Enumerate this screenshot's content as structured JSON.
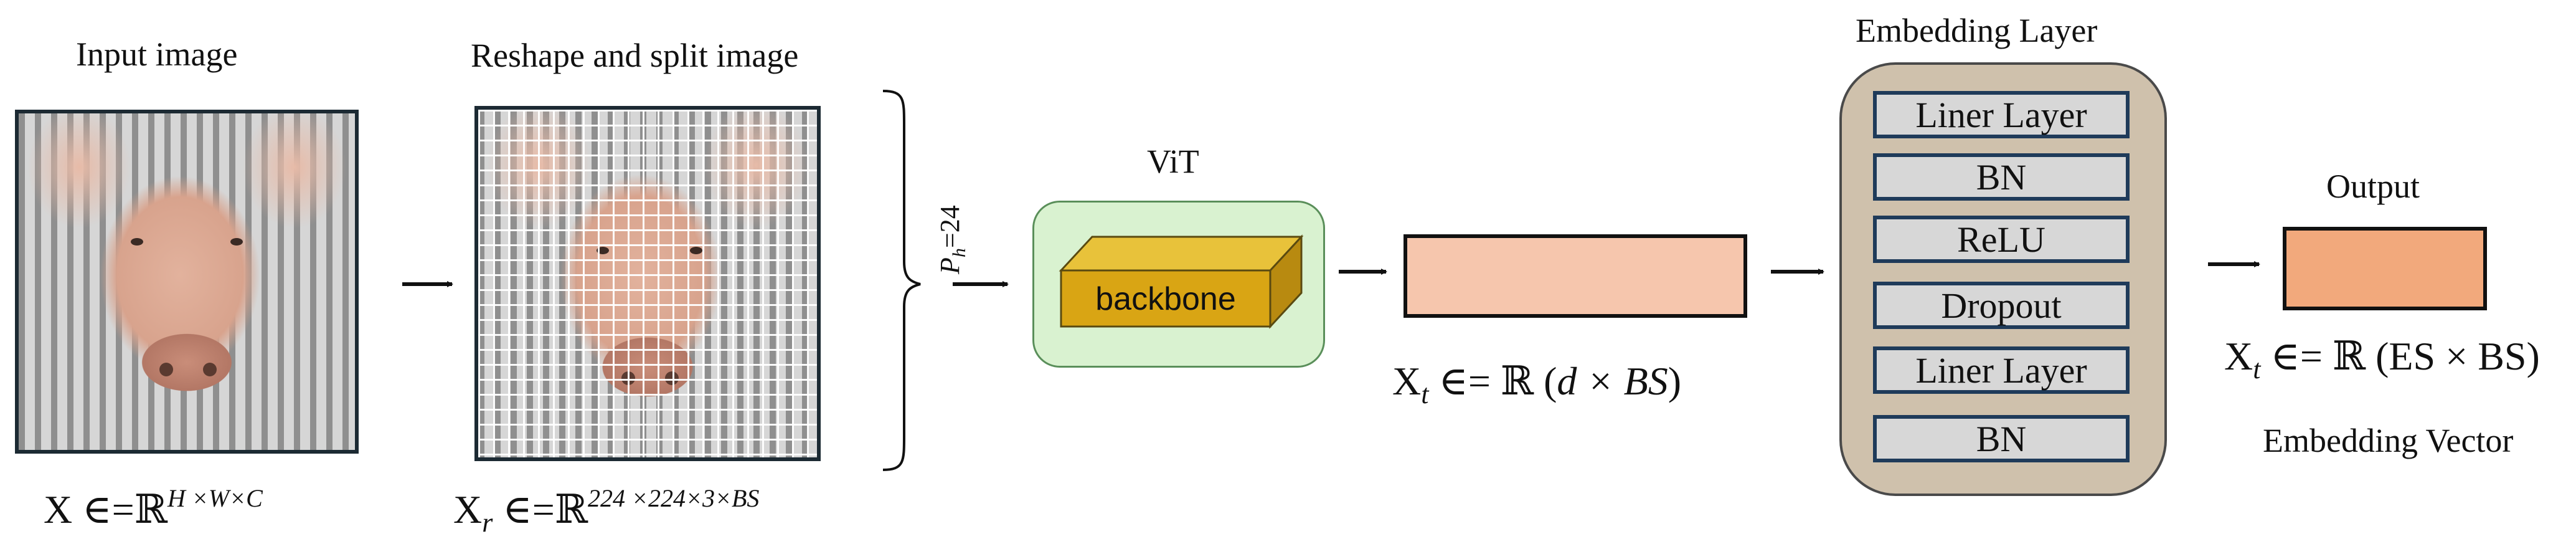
{
  "input": {
    "title": "Input image",
    "formula_main": "X ∈=ℝ",
    "formula_sup": "H ×W×C"
  },
  "reshape": {
    "title": "Reshape and split image",
    "formula_main": "X",
    "formula_sub": "r",
    "formula_rel": " ∈=ℝ",
    "formula_sup": "224 ×224×3×BS",
    "patch_label": "P",
    "patch_sub": "h",
    "patch_value": "=24"
  },
  "vit": {
    "title": "ViT",
    "backbone_label": "backbone"
  },
  "feature": {
    "formula_main": "X",
    "formula_sub": "t",
    "formula_rel": " ∈= ℝ (",
    "formula_expr": "d × BS",
    "formula_close": ")"
  },
  "embedding": {
    "title": "Embedding Layer",
    "layers": [
      "Liner Layer",
      "BN",
      "ReLU",
      "Dropout",
      "Liner Layer",
      "BN"
    ]
  },
  "output": {
    "title": "Output",
    "formula_main": "X",
    "formula_sub": "t",
    "formula_rel": " ∈= ℝ (ES × BS)",
    "caption": "Embedding Vector"
  },
  "colors": {
    "vit_panel": "#d9f2d0",
    "backbone_front": "#d9a514",
    "feature_fill": "#f6c6ad",
    "output_fill": "#f2a97c",
    "embed_panel": "#cfc1ac",
    "layer_fill": "#d7d7d7",
    "layer_border": "#1f3b5a"
  }
}
